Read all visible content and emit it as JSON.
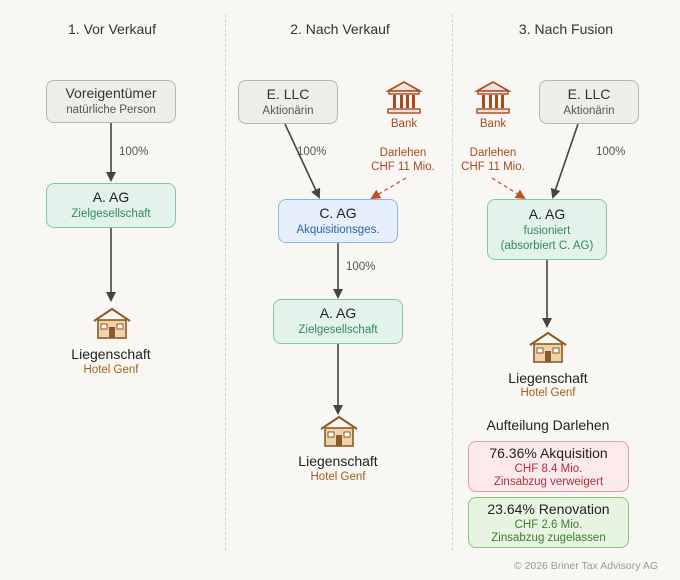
{
  "columns": [
    {
      "title": "1. Vor Verkauf"
    },
    {
      "title": "2. Nach Verkauf"
    },
    {
      "title": "3. Nach Fusion"
    }
  ],
  "col1": {
    "owner": {
      "name": "Voreigentümer",
      "sub": "natürliche Person"
    },
    "share": "100%",
    "company": {
      "name": "A. AG",
      "sub": "Zielgesellschaft"
    },
    "property": {
      "name": "Liegenschaft",
      "sub": "Hotel Genf"
    }
  },
  "col2": {
    "owner": {
      "name": "E. LLC",
      "sub": "Aktionärin"
    },
    "bank": "Bank",
    "loan": {
      "line1": "Darlehen",
      "line2": "CHF 11 Mio."
    },
    "share1": "100%",
    "acq": {
      "name": "C. AG",
      "sub": "Akquisitionsges."
    },
    "share2": "100%",
    "company": {
      "name": "A. AG",
      "sub": "Zielgesellschaft"
    },
    "property": {
      "name": "Liegenschaft",
      "sub": "Hotel Genf"
    }
  },
  "col3": {
    "bank": "Bank",
    "owner": {
      "name": "E. LLC",
      "sub": "Aktionärin"
    },
    "loan": {
      "line1": "Darlehen",
      "line2": "CHF 11 Mio."
    },
    "share": "100%",
    "company": {
      "name": "A. AG",
      "sub1": "fusioniert",
      "sub2": "(absorbiert C. AG)"
    },
    "property": {
      "name": "Liegenschaft",
      "sub": "Hotel Genf"
    },
    "split_title": "Aufteilung Darlehen",
    "split": [
      {
        "title": "76.36% Akquisition",
        "amount": "CHF 8.4 Mio.",
        "note": "Zinsabzug verweigert"
      },
      {
        "title": "23.64% Renovation",
        "amount": "CHF 2.6 Mio.",
        "note": "Zinsabzug zugelassen"
      }
    ]
  },
  "colors": {
    "arrow": "#444444",
    "loan_arrow": "#c0502a",
    "house_fill": "#f0d3a8",
    "house_stroke": "#8b5a2b"
  },
  "footer": "© 2026 Briner Tax Advisory AG"
}
